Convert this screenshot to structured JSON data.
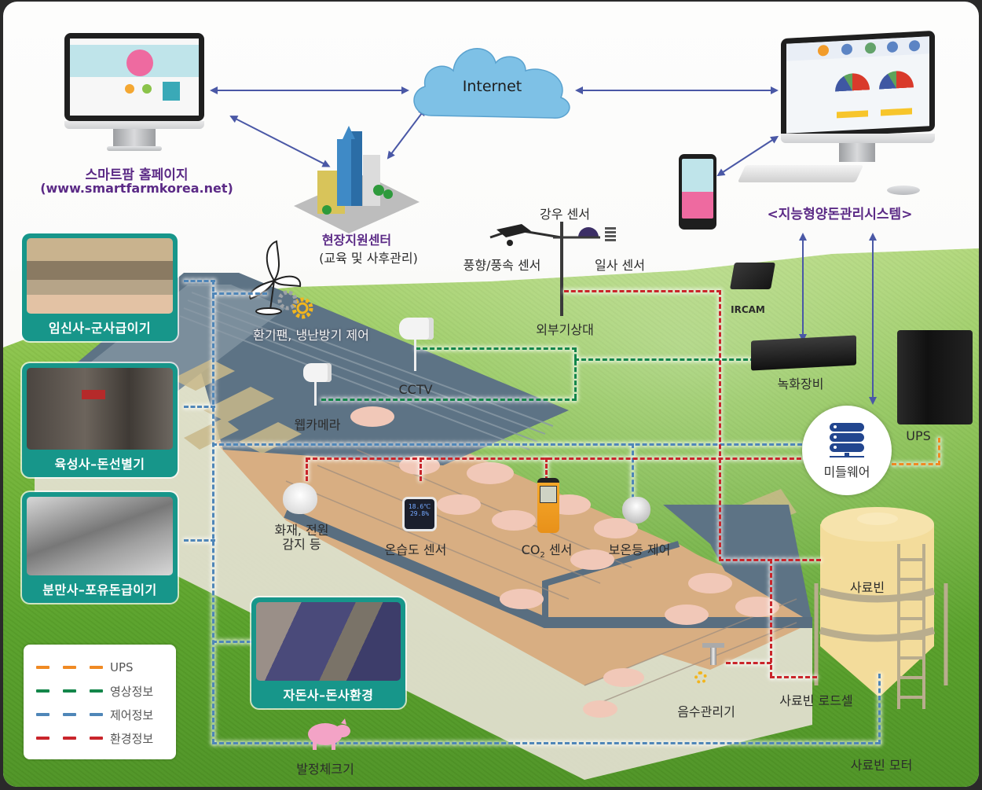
{
  "title": "지능형 양돈관리 스마트팜 시스템 구성도",
  "cloud": {
    "label": "Internet",
    "icon": "cloud-icon"
  },
  "homepage": {
    "title": "스마트팜 홈페이지",
    "url": "(www.smartfarmkorea.net)",
    "icon": "desktop-monitor-icon"
  },
  "support_center": {
    "title": "현장지원센터",
    "subtitle": "(교육 및 사후관리)",
    "icon": "office-buildings-icon"
  },
  "management_system": {
    "title": "<지능형양돈관리시스템>",
    "icon": "desktop-computer-icon",
    "mobile_icon": "smartphone-icon"
  },
  "weather_station": {
    "rain_sensor": "강우 센서",
    "wind_sensor": "풍향/풍속 센서",
    "solar_sensor": "일사 센서",
    "station_label": "외부기상대"
  },
  "devices": {
    "ircam": "IRCAM",
    "recorder": "녹화장비",
    "ups": "UPS",
    "middleware": "미들웨어",
    "fan_control": "환기팬, 냉난방기 제어",
    "cctv": "CCTV",
    "webcam": "웹카메라",
    "fire_detector": [
      "화재, 전원",
      "감지 등"
    ],
    "temp_humidity_sensor": "온습도 센서",
    "temp_humidity_display": [
      "18.6℃",
      "29.8%"
    ],
    "co2_sensor_prefix": "CO",
    "co2_sensor_sub": "2",
    "co2_sensor_suffix": " 센서",
    "heat_lamp": "보온등 제어",
    "water_manager": "음수관리기",
    "feed_bin": "사료빈",
    "feed_bin_loadcell": "사료빈 로드셀",
    "feed_bin_motor": "사료빈 모터",
    "estrus_checker": "발정체크기"
  },
  "photo_cards": [
    {
      "caption": "임신사–군사급이기"
    },
    {
      "caption": "육성사–돈선별기"
    },
    {
      "caption": "분만사–포유돈급이기"
    },
    {
      "caption": "자돈사–돈사환경"
    }
  ],
  "legend": {
    "items": [
      {
        "label": "UPS",
        "color": "#f08a24"
      },
      {
        "label": "영상정보",
        "color": "#13864a"
      },
      {
        "label": "제어정보",
        "color": "#4f86b8"
      },
      {
        "label": "환경정보",
        "color": "#c9252b"
      }
    ]
  },
  "colors": {
    "card_teal": "#17968a",
    "title_purple": "#5b2a86",
    "arrow_blue": "#4a58a6",
    "middleware_blue": "#22468f",
    "cloud_blue": "#7ec1e6"
  }
}
